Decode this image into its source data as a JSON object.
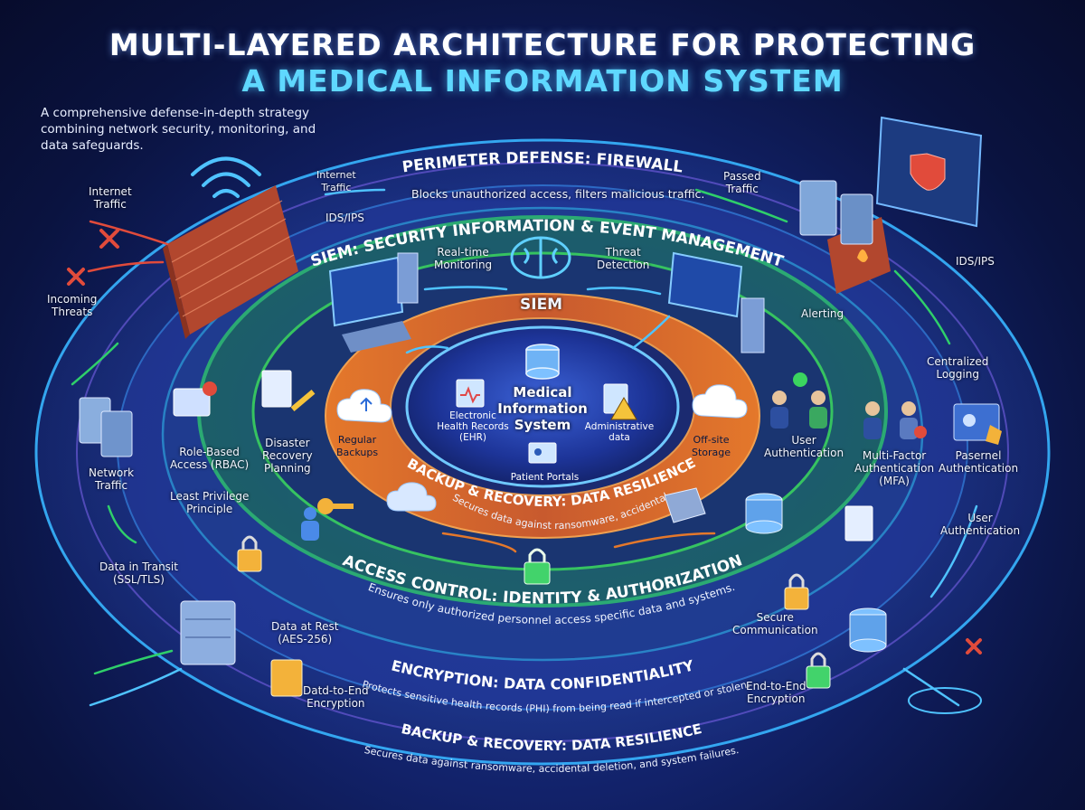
{
  "header": {
    "title_line1": "MULTI-LAYERED ARCHITECTURE FOR PROTECTING",
    "title_line2": "A MEDICAL INFORMATION SYSTEM",
    "subtitle": "A comprehensive defense-in-depth strategy combining network security, monitoring, and data safeguards."
  },
  "layers": {
    "perimeter": {
      "title": "PERIMETER DEFENSE: FIREWALL",
      "description": "Blocks unauthorized access, filters malicious traffic."
    },
    "siem": {
      "title": "SIEM: SECURITY INFORMATION & EVENT MANAGEMENT",
      "center_label": "SIEM"
    },
    "backup_inner": {
      "title": "BACKUP & RECOVERY: DATA RESILIENCE",
      "description": "Secures data against ransomware, accidental"
    },
    "access": {
      "title": "ACCESS CONTROL: IDENTITY & AUTHORIZATION",
      "description": "Ensures only authorized personnel access specific data and systems."
    },
    "encryption": {
      "title": "ENCRYPTION: DATA CONFIDENTIALITY",
      "description": "Protects sensitive health records (PHI) from being read if intercepted or stolen."
    },
    "backup_outer": {
      "title": "BACKUP & RECOVERY: DATA RESILIENCE",
      "description": "Secures data against ransomware, accidental deletion, and system failures."
    }
  },
  "core": {
    "title_line1": "Medical",
    "title_line2": "Information",
    "title_line3": "System",
    "ehr_line1": "Electronic",
    "ehr_line2": "Health Records",
    "ehr_line3": "(EHR)",
    "admin_line1": "Administrative",
    "admin_line2": "data",
    "portals": "Patient Portals"
  },
  "labels": {
    "internet_traffic_l1": "Internet",
    "internet_traffic_l2": "Traffic",
    "incoming_threats_l1": "Incoming",
    "incoming_threats_l2": "Threats",
    "internet_traffic2_l1": "Internet",
    "internet_traffic2_l2": "Traffic",
    "idsips_left": "IDS/IPS",
    "passed_traffic_l1": "Passed",
    "passed_traffic_l2": "Traffic",
    "idsips_right": "IDS/IPS",
    "realtime_l1": "Real-time",
    "realtime_l2": "Monitoring",
    "threat_l1": "Threat",
    "threat_l2": "Detection",
    "alerting": "Alerting",
    "central_l1": "Centralized",
    "central_l2": "Logging",
    "rbac_l1": "Role-Based",
    "rbac_l2": "Access (RBAC)",
    "disaster_l1": "Disaster",
    "disaster_l2": "Recovery",
    "disaster_l3": "Planning",
    "regular_l1": "Regular",
    "regular_l2": "Backups",
    "offsite_l1": "Off-site",
    "offsite_l2": "Storage",
    "userauth_l1": "User",
    "userauth_l2": "Authentication",
    "mfa_l1": "Multi-Factor",
    "mfa_l2": "Authentication",
    "mfa_l3": "(MFA)",
    "pasernel_l1": "Pasernel",
    "pasernel_l2": "Authentication",
    "userauth2_l1": "User",
    "userauth2_l2": "Authentication",
    "network_l1": "Network",
    "network_l2": "Traffic",
    "least_l1": "Least Privilege",
    "least_l2": "Principle",
    "transit_l1": "Data in Transit",
    "transit_l2": "(SSL/TLS)",
    "rest_l1": "Data at Rest",
    "rest_l2": "(AES-256)",
    "datdto_l1": "Datd-to-End",
    "datdto_l2": "Encryption",
    "securecomm_l1": "Secure",
    "securecomm_l2": "Communication",
    "e2e_l1": "End-to-End",
    "e2e_l2": "Encryption"
  },
  "colors": {
    "outer_ring": "#2aa8ff",
    "siem_ring": "#2fcf6a",
    "backup_ring": "#e0752a",
    "core": "#1b2f8c",
    "title_accent": "#5fd8ff"
  }
}
